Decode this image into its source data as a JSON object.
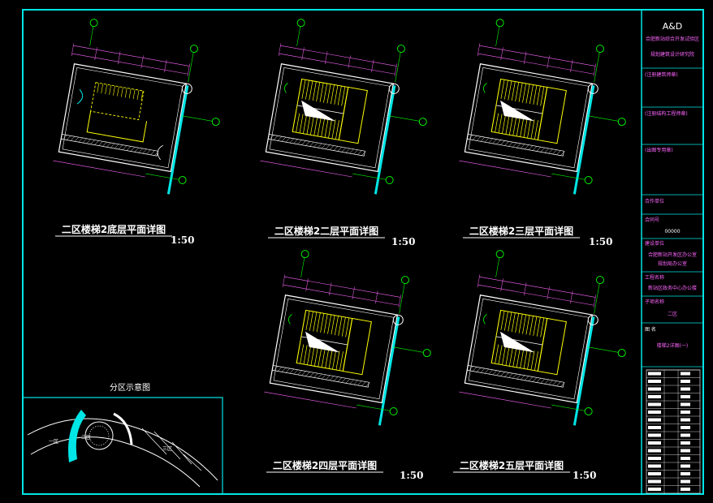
{
  "titleblock": {
    "logo": "A&D",
    "institute_line1": "合肥新站综合开发试验区",
    "institute_line2": "规划建筑设计研究院",
    "label_reg_arch": "(注册建筑师章)",
    "label_reg_struct": "(注册结构工程师章)",
    "label_seal": "(出图专用章)",
    "label_partner": "合作单位",
    "label_job_no": "合同号",
    "job_no": "00000",
    "label_client": "建设单位",
    "client_line1": "合肥新站开发区办公室",
    "client_line2": "规划局办公室",
    "label_project": "工程名称",
    "project": "新站区政务中心办公楼",
    "label_subproject": "子项名称",
    "subproject": "二区",
    "label_drawing": "图 名",
    "drawing": "楼梯2详图(一)"
  },
  "plans": [
    {
      "title": "二区楼梯2底层平面详图",
      "scale": "1:50"
    },
    {
      "title": "二区楼梯2二层平面详图",
      "scale": "1:50"
    },
    {
      "title": "二区楼梯2三层平面详图",
      "scale": "1:50"
    },
    {
      "title": "二区楼梯2四层平面详图",
      "scale": "1:50"
    },
    {
      "title": "二区楼梯2五层平面详图",
      "scale": "1:50"
    }
  ],
  "key_plan": {
    "title": "分区示意图",
    "zone1": "一区",
    "zone2": "二区",
    "zone3": "三区"
  },
  "colors": {
    "background": "#000000",
    "frame": "#00e5e5",
    "wall": "#ffffff",
    "stair": "#ffff00",
    "grid": "#00ff00",
    "dims": "#ff66ff",
    "highlight": "#00e5e5"
  }
}
